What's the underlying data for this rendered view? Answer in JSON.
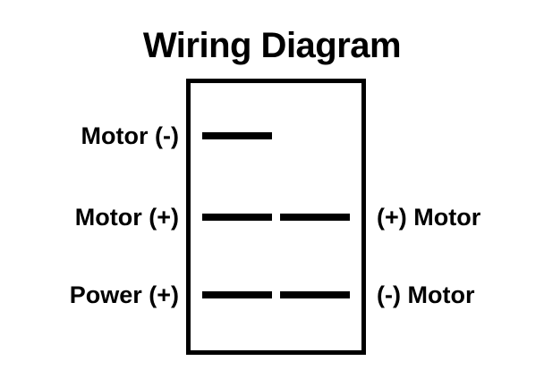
{
  "diagram": {
    "title": "Wiring Diagram",
    "stroke_color": "#000000",
    "background_color": "#ffffff",
    "rows": [
      {
        "left_label": "Motor (-)",
        "right_label": "",
        "has_left_terminal": true,
        "has_right_terminal": false
      },
      {
        "left_label": "Motor (+)",
        "right_label": "(+) Motor",
        "has_left_terminal": true,
        "has_right_terminal": true
      },
      {
        "left_label": "Power (+)",
        "right_label": "(-) Motor",
        "has_left_terminal": true,
        "has_right_terminal": true
      }
    ]
  }
}
